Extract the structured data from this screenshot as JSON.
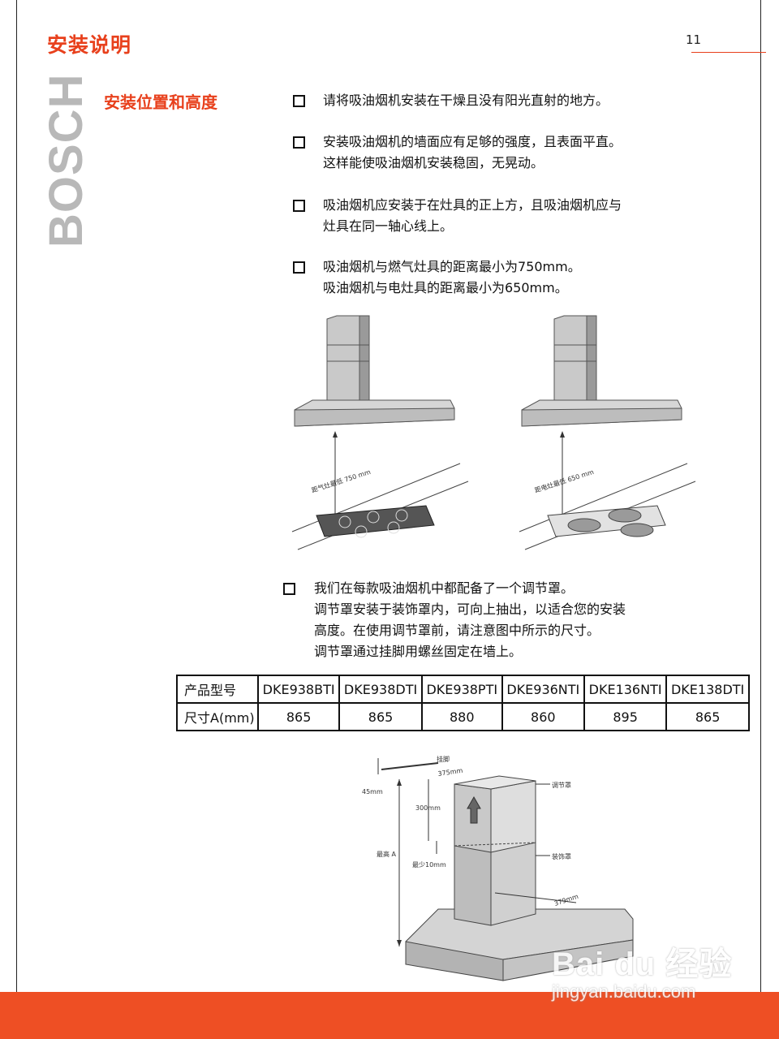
{
  "header": {
    "title": "安装说明",
    "page_number": "11"
  },
  "brand": "BOSCH",
  "section": {
    "title": "安装位置和高度"
  },
  "items": [
    {
      "lines": [
        "请将吸油烟机安装在干燥且没有阳光直射的地方。"
      ]
    },
    {
      "lines": [
        "安装吸油烟机的墙面应有足够的强度，且表面平直。",
        "这样能使吸油烟机安装稳固，无晃动。"
      ]
    },
    {
      "lines": [
        "吸油烟机应安装于在灶具的正上方，且吸油烟机应与",
        "灶具在同一轴心线上。"
      ]
    },
    {
      "lines": [
        "吸油烟机与燃气灶具的距离最小为750mm。",
        "吸油烟机与电灶具的距离最小为650mm。"
      ]
    },
    {
      "lines": [
        "我们在每款吸油烟机中都配备了一个调节罩。",
        "调节罩安装于装饰罩内，可向上抽出，以适合您的安装",
        "高度。在使用调节罩前，请注意图中所示的尺寸。",
        "调节罩通过挂脚用螺丝固定在墙上。"
      ]
    }
  ],
  "figures": {
    "gas_label": "距气灶最低 750 mm",
    "electric_label": "距电灶最低 650 mm",
    "install": {
      "hook": "挂脚",
      "hook_dim": "375mm",
      "adjust_cover": "调节罩",
      "dim_300": "300mm",
      "dim_45": "45mm",
      "dim_a": "最高 A",
      "dim_min10": "最少10mm",
      "deco_cover": "装饰罩",
      "dim_379": "379mm"
    }
  },
  "table": {
    "header_label": "产品型号",
    "models": [
      "DKE938BTI",
      "DKE938DTI",
      "DKE938PTI",
      "DKE936NTI",
      "DKE136NTI",
      "DKE138DTI"
    ],
    "size_label": "尺寸A(mm)",
    "sizes": [
      "865",
      "865",
      "880",
      "860",
      "895",
      "865"
    ]
  },
  "watermark": {
    "logo": "Bai du 经验",
    "url": "jingyan.baidu.com"
  },
  "colors": {
    "accent": "#e8401c",
    "bar": "#ee4f24",
    "brand_gray": "#b8b8b8"
  }
}
